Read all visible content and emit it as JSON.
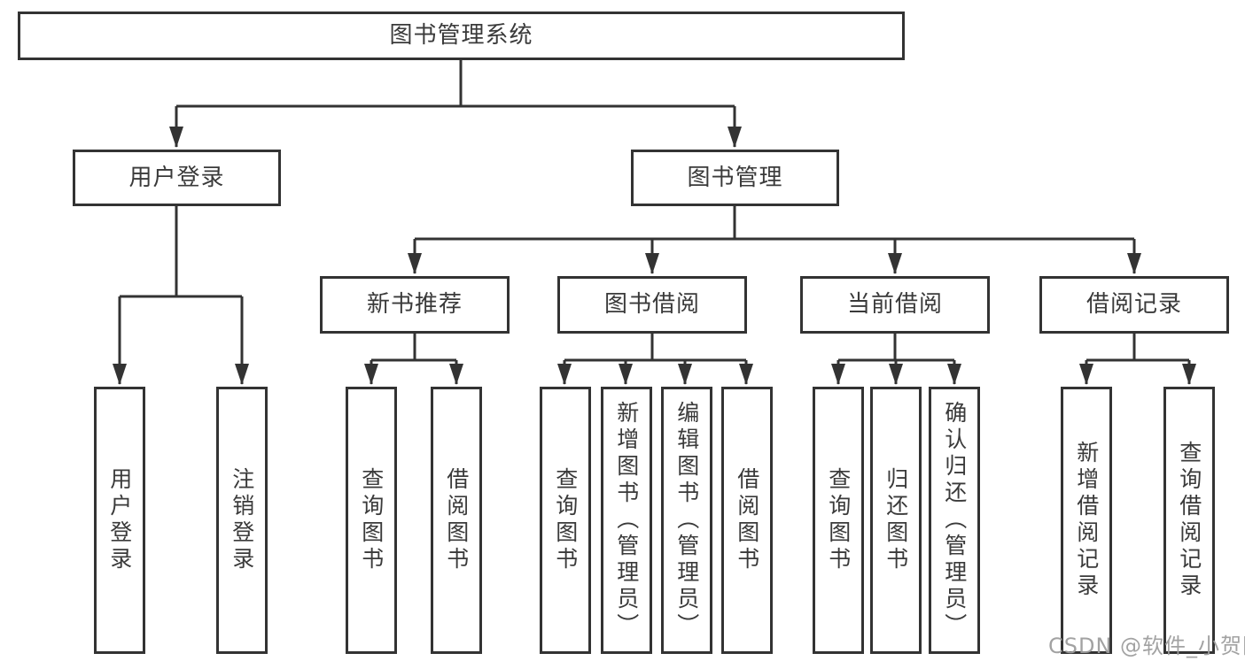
{
  "diagram_title": "图书管理系统",
  "colors": {
    "line": "#333333",
    "text": "#3a3a3a",
    "background": "#ffffff",
    "watermark": "#9e9e9e"
  },
  "watermark": {
    "text": "CSDN @软件_小贺同学"
  },
  "tree": {
    "label": "图书管理系统",
    "children": [
      {
        "label": "用户登录",
        "children": [
          {
            "label": "用户登录"
          },
          {
            "label": "注销登录"
          }
        ]
      },
      {
        "label": "图书管理",
        "children": [
          {
            "label": "新书推荐",
            "children": [
              {
                "label": "查询图书"
              },
              {
                "label": "借阅图书"
              }
            ]
          },
          {
            "label": "图书借阅",
            "children": [
              {
                "label": "查询图书"
              },
              {
                "label": "新增图书（管理员）"
              },
              {
                "label": "编辑图书（管理员）"
              },
              {
                "label": "借阅图书"
              }
            ]
          },
          {
            "label": "当前借阅",
            "children": [
              {
                "label": "查询图书"
              },
              {
                "label": "归还图书"
              },
              {
                "label": "确认归还（管理员）"
              }
            ]
          },
          {
            "label": "借阅记录",
            "children": [
              {
                "label": "新增借阅记录"
              },
              {
                "label": "查询借阅记录"
              }
            ]
          }
        ]
      }
    ]
  }
}
